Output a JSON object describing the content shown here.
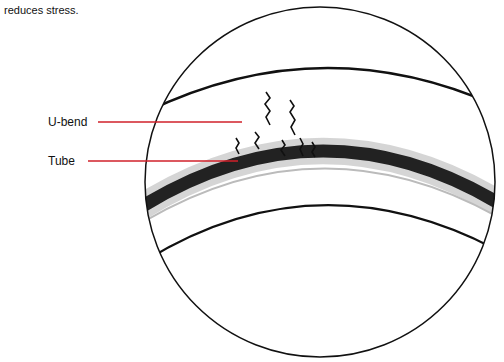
{
  "diagram": {
    "labels": [
      "reduces stress.",
      "U-bend",
      "Tube"
    ]
  }
}
